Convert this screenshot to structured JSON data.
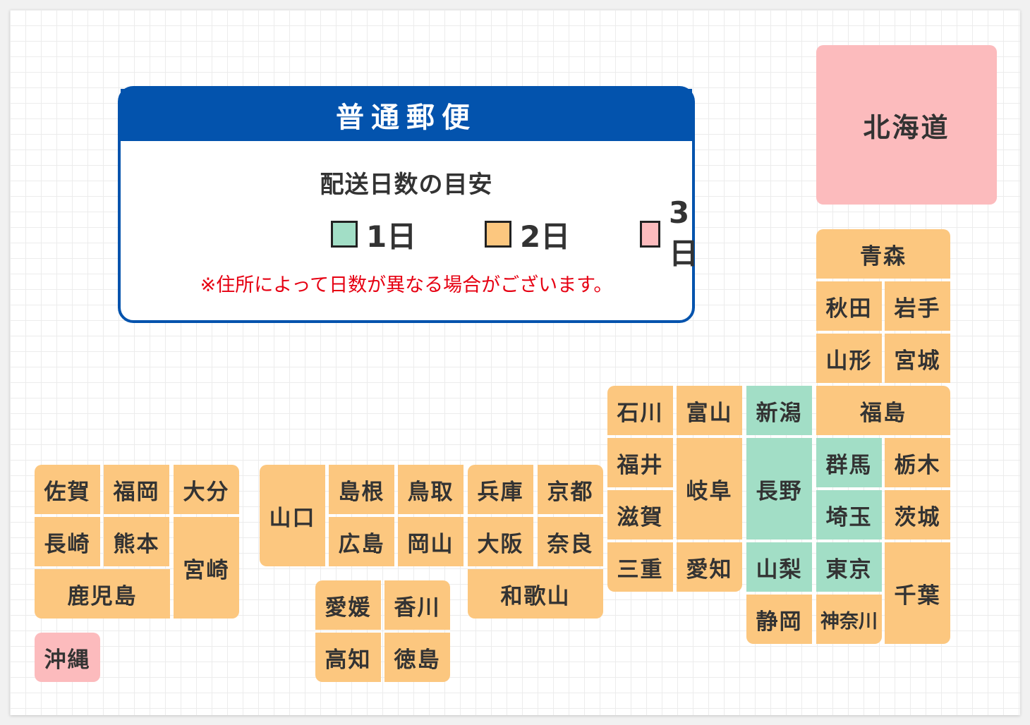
{
  "legend": {
    "title": "普通郵便",
    "subtitle": "配送日数の目安",
    "items": [
      {
        "label": "1日",
        "color": "#a2dec6"
      },
      {
        "label": "2日",
        "color": "#fcc77f"
      },
      {
        "label": "3日",
        "color": "#fcbbbd"
      }
    ],
    "note": "※住所によって日数が異なる場合がございます。"
  },
  "delivery_colors": {
    "1": "#a2dec6",
    "2": "#fcc77f",
    "3": "#fcbbbd"
  },
  "prefectures": [
    {
      "name": "北海道",
      "days": 3
    },
    {
      "name": "青森",
      "days": 2
    },
    {
      "name": "秋田",
      "days": 2
    },
    {
      "name": "岩手",
      "days": 2
    },
    {
      "name": "山形",
      "days": 2
    },
    {
      "name": "宮城",
      "days": 2
    },
    {
      "name": "石川",
      "days": 2
    },
    {
      "name": "富山",
      "days": 2
    },
    {
      "name": "新潟",
      "days": 1
    },
    {
      "name": "福島",
      "days": 2
    },
    {
      "name": "福井",
      "days": 2
    },
    {
      "name": "岐阜",
      "days": 2
    },
    {
      "name": "長野",
      "days": 1
    },
    {
      "name": "群馬",
      "days": 1
    },
    {
      "name": "栃木",
      "days": 2
    },
    {
      "name": "滋賀",
      "days": 2
    },
    {
      "name": "埼玉",
      "days": 1
    },
    {
      "name": "茨城",
      "days": 2
    },
    {
      "name": "三重",
      "days": 2
    },
    {
      "name": "愛知",
      "days": 2
    },
    {
      "name": "山梨",
      "days": 1
    },
    {
      "name": "東京",
      "days": 1
    },
    {
      "name": "千葉",
      "days": 2
    },
    {
      "name": "静岡",
      "days": 2
    },
    {
      "name": "神奈川",
      "days": 2
    },
    {
      "name": "京都",
      "days": 2
    },
    {
      "name": "兵庫",
      "days": 2
    },
    {
      "name": "大阪",
      "days": 2
    },
    {
      "name": "奈良",
      "days": 2
    },
    {
      "name": "和歌山",
      "days": 2
    },
    {
      "name": "鳥取",
      "days": 2
    },
    {
      "name": "岡山",
      "days": 2
    },
    {
      "name": "島根",
      "days": 2
    },
    {
      "name": "広島",
      "days": 2
    },
    {
      "name": "山口",
      "days": 2
    },
    {
      "name": "愛媛",
      "days": 2
    },
    {
      "name": "香川",
      "days": 2
    },
    {
      "name": "高知",
      "days": 2
    },
    {
      "name": "徳島",
      "days": 2
    },
    {
      "name": "佐賀",
      "days": 2
    },
    {
      "name": "福岡",
      "days": 2
    },
    {
      "name": "大分",
      "days": 2
    },
    {
      "name": "長崎",
      "days": 2
    },
    {
      "name": "熊本",
      "days": 2
    },
    {
      "name": "宮崎",
      "days": 2
    },
    {
      "name": "鹿児島",
      "days": 2
    },
    {
      "name": "沖縄",
      "days": 3
    }
  ]
}
